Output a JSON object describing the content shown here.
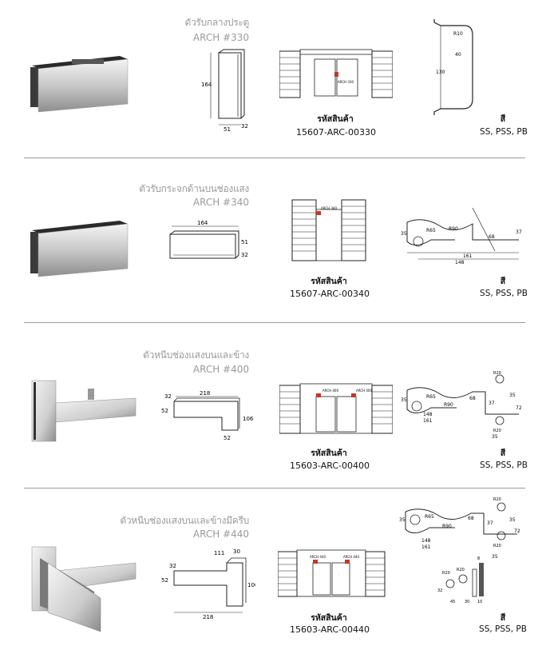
{
  "sections": [
    {
      "title_th": "ตัวรับกลางประตู",
      "title_en": "ARCH #330",
      "code_label": "รหัสสินค้า",
      "code": "15607-ARC-00330",
      "color_label": "สี",
      "colors": "SS, PSS, PB",
      "dims": {
        "h": "164",
        "w": "51",
        "d": "32"
      },
      "door_tag": "ARCH 330",
      "profile_dims": {
        "a": "R10",
        "b": "40",
        "c": "130"
      }
    },
    {
      "title_th": "ตัวรับกระจกด้านบนช่องแสง",
      "title_en": "ARCH #340",
      "code_label": "รหัสสินค้า",
      "code": "15607-ARC-00340",
      "color_label": "สี",
      "colors": "SS, PSS, PB",
      "dims": {
        "w": "164",
        "h": "51",
        "d": "32"
      },
      "door_tag": "ARCH 340",
      "profile_dims": {
        "a": "35",
        "b": "R65",
        "c": "R90",
        "d": "68",
        "e": "37",
        "f": "161",
        "g": "148"
      }
    },
    {
      "title_th": "ตัวหนีบช่องแสงบนและข้าง",
      "title_en": "ARCH #400",
      "code_label": "รหัสสินค้า",
      "code": "15603-ARC-00400",
      "color_label": "สี",
      "colors": "SS, PSS, PB",
      "dims": {
        "w": "218",
        "a": "32",
        "b": "52",
        "h": "106",
        "c": "52"
      },
      "door_tags": [
        "ARCH 400",
        "ARCH 400"
      ],
      "profile_dims": {
        "a": "35",
        "b": "R65",
        "c": "R90",
        "d": "68",
        "e": "37",
        "f": "148",
        "g": "161",
        "h": "35",
        "i": "72",
        "j": "R20",
        "k": "R20",
        "l": "35"
      }
    },
    {
      "title_th": "ตัวหนีบช่องแสงบนและข้างมีครีบ",
      "title_en": "ARCH #440",
      "code_label": "รหัสสินค้า",
      "code": "15603-ARC-00440",
      "color_label": "สี",
      "colors": "SS, PSS, PB",
      "dims": {
        "a": "111",
        "b": "30",
        "c": "52",
        "d": "32",
        "h": "106",
        "w": "218"
      },
      "door_tags": [
        "ARCH 440",
        "ARCH 440"
      ],
      "profile_dims": {
        "a": "35",
        "b": "R65",
        "c": "R90",
        "d": "68",
        "e": "37",
        "f": "148",
        "g": "161",
        "h": "35",
        "i": "72",
        "j": "R20",
        "k": "R20",
        "l": "35"
      },
      "detail_dims": {
        "a": "R20",
        "b": "R20",
        "c": "32",
        "d": "45",
        "e": "30",
        "f": "10",
        "g": "8"
      }
    }
  ]
}
